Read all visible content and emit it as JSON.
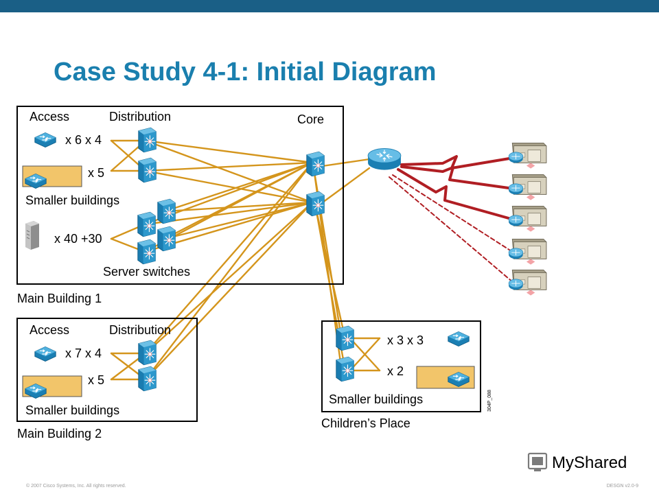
{
  "slide": {
    "title": "Case Study 4-1: Initial Diagram"
  },
  "main_building_1": {
    "caption": "Main Building 1",
    "access": "Access",
    "distribution": "Distribution",
    "core": "Core",
    "count_a": "x 6 x 4",
    "count_b": "x 5",
    "smaller": "Smaller buildings",
    "servers_count": "x 40 +30",
    "server_switches": "Server switches"
  },
  "main_building_2": {
    "caption": "Main Building 2",
    "access": "Access",
    "distribution": "Distribution",
    "count_a": "x 7 x 4",
    "count_b": "x 5",
    "smaller": "Smaller buildings"
  },
  "childrens_place": {
    "caption": "Children’s Place",
    "count_a": "x 3 x 3",
    "count_b": "x 2",
    "smaller": "Smaller buildings",
    "figure_id": "304P_088"
  },
  "footer": {
    "copyright": "© 2007 Cisco Systems, Inc. All rights reserved.",
    "course": "DESGN v2.0-9"
  },
  "logo": {
    "text": "MyShared"
  },
  "colors": {
    "header_bar": "#1a5f86",
    "title": "#1a7fae",
    "link_orange": "#d4951c",
    "wan_red": "#b01e23",
    "device_blue": "#2b8fc0",
    "bldg_fill": "#f2c56a"
  }
}
